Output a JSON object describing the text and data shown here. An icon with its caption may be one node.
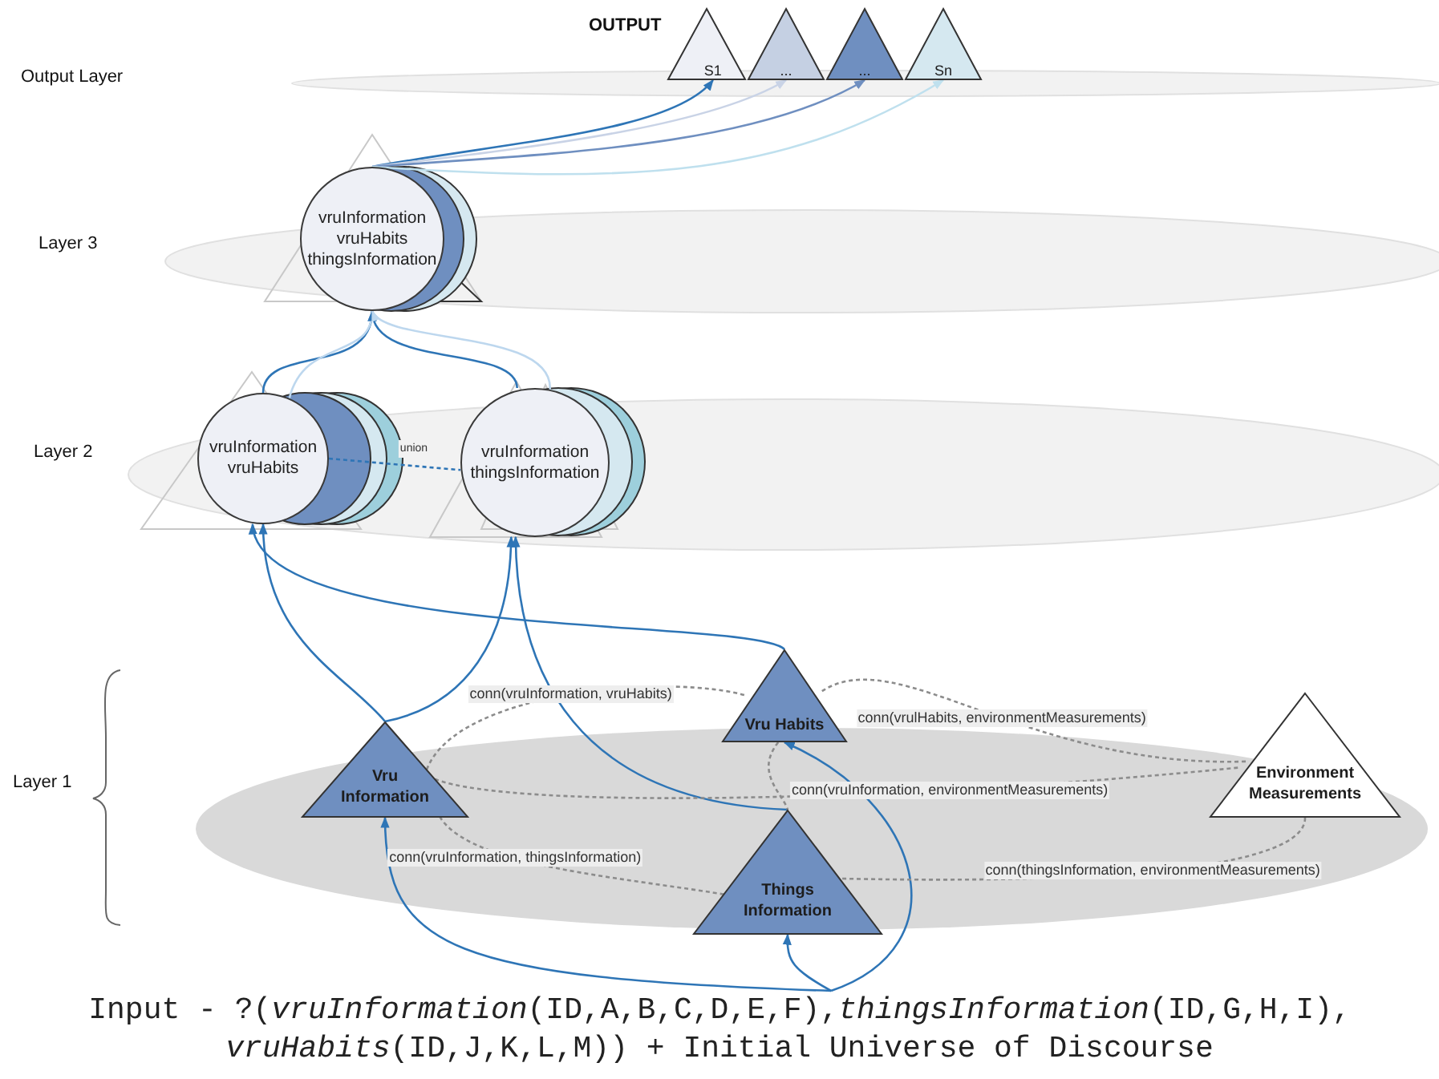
{
  "diagram": {
    "nodes": [
      {
        "text": [
          "Input - ?(*vruInformation*(ID,A,B,C,D,E,F),*thingsInformation*(ID,G,H,I), *vruHabits*(ID,J,K,L,M)) + Initial Universe of Discourse"
        ]
      },
      {
        "text": [
          "Vru Information"
        ]
      },
      {
        "text": [
          "Vru Habits"
        ]
      },
      {
        "text": [
          "Things Information"
        ]
      },
      {
        "text": [
          "Environment Measurements"
        ]
      },
      {
        "text": [
          "vruInformation vruHabits"
        ]
      },
      {
        "text": [
          "vruInformation thingsInformation"
        ]
      },
      {
        "text": [
          "vruInformation vruHabits thingsInformation"
        ]
      },
      {
        "text": [
          "S1"
        ]
      },
      {
        "text": [
          "..."
        ]
      },
      {
        "text": [
          "..."
        ]
      },
      {
        "text": [
          "Sn"
        ]
      }
    ],
    "edges": [
      {
        "from": 0,
        "to": 1,
        "arrow": "to"
      },
      {
        "from": 0,
        "to": 3,
        "arrow": "to"
      },
      {
        "from": 0,
        "to": 2,
        "arrow": "to"
      },
      {
        "from": 1,
        "to": 5,
        "arrow": "to"
      },
      {
        "from": 1,
        "to": 6,
        "arrow": "to"
      },
      {
        "from": 2,
        "to": 5,
        "arrow": "to"
      },
      {
        "from": 3,
        "to": 6,
        "arrow": "to"
      },
      {
        "from": 5,
        "to": 7,
        "arrow": "to"
      },
      {
        "from": 5,
        "to": 7,
        "arrow": "to",
        "color": "#bdd7ee"
      },
      {
        "from": 6,
        "to": 7,
        "arrow": "to"
      },
      {
        "from": 6,
        "to": 7,
        "arrow": "to",
        "color": "#bdd7ee"
      },
      {
        "from": 7,
        "to": 8,
        "arrow": "to"
      },
      {
        "from": 7,
        "to": 9,
        "arrow": "to",
        "color": "#c9d3e6"
      },
      {
        "from": 7,
        "to": 10,
        "arrow": "to",
        "color": "#6f8fc0"
      },
      {
        "from": 7,
        "to": 11,
        "arrow": "to",
        "color": "#bfe0ee"
      },
      {
        "from": 5,
        "to": 6,
        "arrow": "none",
        "label": "union",
        "style": "dashed"
      },
      {
        "from": 1,
        "to": 2,
        "arrow": "none",
        "label": "conn(vruInformation, vruHabits)",
        "style": "dashed",
        "color": "#8c8c8c"
      },
      {
        "from": 2,
        "to": 4,
        "arrow": "none",
        "label": "conn(vrulHabits, environmentMeasurements)",
        "style": "dashed",
        "color": "#8c8c8c"
      },
      {
        "from": 1,
        "to": 4,
        "arrow": "none",
        "label": "conn(vruInformation, environmentMeasurements)",
        "style": "dashed",
        "color": "#8c8c8c"
      },
      {
        "from": 1,
        "to": 3,
        "arrow": "none",
        "label": "conn(vruInformation, thingsInformation)",
        "style": "dashed",
        "color": "#8c8c8c"
      },
      {
        "from": 3,
        "to": 4,
        "arrow": "none",
        "label": "conn(thingsInformation, environmentMeasurements)",
        "style": "dashed",
        "color": "#8c8c8c"
      },
      {
        "from": 2,
        "to": 3,
        "arrow": "none",
        "style": "dashed",
        "color": "#8c8c8c"
      }
    ],
    "labels": [
      "OUTPUT",
      "Output Layer",
      "Layer 3",
      "Layer 2",
      "Layer 1"
    ]
  }
}
